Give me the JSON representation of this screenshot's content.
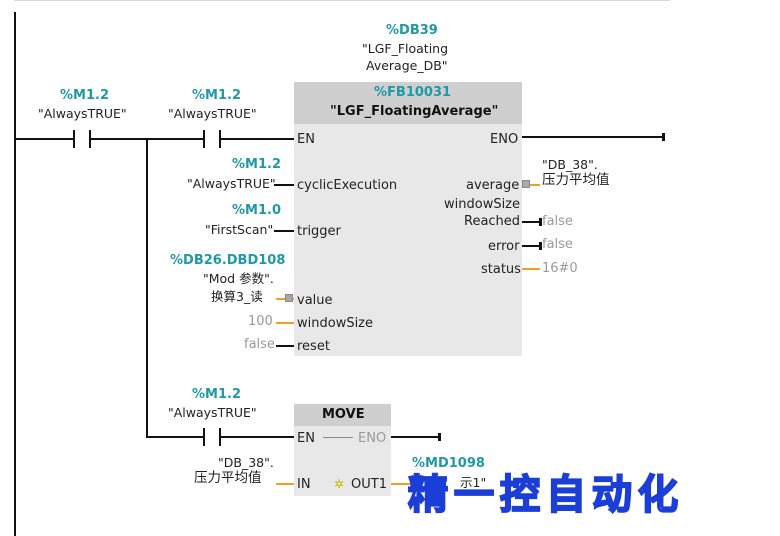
{
  "network1": {
    "db_instance": {
      "addr": "%DB39",
      "line1": "\"LGF_Floating",
      "line2": "Average_DB\""
    },
    "contact1": {
      "addr": "%M1.2",
      "symbol": "\"AlwaysTRUE\""
    },
    "contact2": {
      "addr": "%M1.2",
      "symbol": "\"AlwaysTRUE\""
    },
    "block": {
      "addr": "%FB10031",
      "name": "\"LGF_FloatingAverage\"",
      "inputs": {
        "en": "EN",
        "cyclic": "cyclicExecution",
        "trigger": "trigger",
        "value": "value",
        "window": "windowSize",
        "reset": "reset"
      },
      "outputs": {
        "eno": "ENO",
        "average": "average",
        "wr1": "windowSize",
        "wr2": "Reached",
        "error": "error",
        "status": "status"
      }
    },
    "cyclic_param": {
      "addr": "%M1.2",
      "symbol": "\"AlwaysTRUE\""
    },
    "trigger_param": {
      "addr": "%M1.0",
      "symbol": "\"FirstScan\""
    },
    "value_param": {
      "addr": "%DB26.DBD108",
      "line1": "\"Mod 参数\".",
      "line2": "换算3_读"
    },
    "window_value": "100",
    "reset_value": "false",
    "average_out": {
      "line1": "\"DB_38\".",
      "line2": "压力平均值"
    },
    "wr_value": "false",
    "error_value": "false",
    "status_value": "16#0"
  },
  "network2": {
    "contact": {
      "addr": "%M1.2",
      "symbol": "\"AlwaysTRUE\""
    },
    "block": {
      "name": "MOVE",
      "en": "EN",
      "eno": "ENO",
      "in": "IN",
      "out": "OUT1",
      "out_icon": "✲"
    },
    "in_param": {
      "line1": "\"DB_38\".",
      "line2": "压力平均值"
    },
    "out_addr": "%MD1098",
    "out_symbol": "示1\""
  },
  "watermark": "精一控自动化"
}
